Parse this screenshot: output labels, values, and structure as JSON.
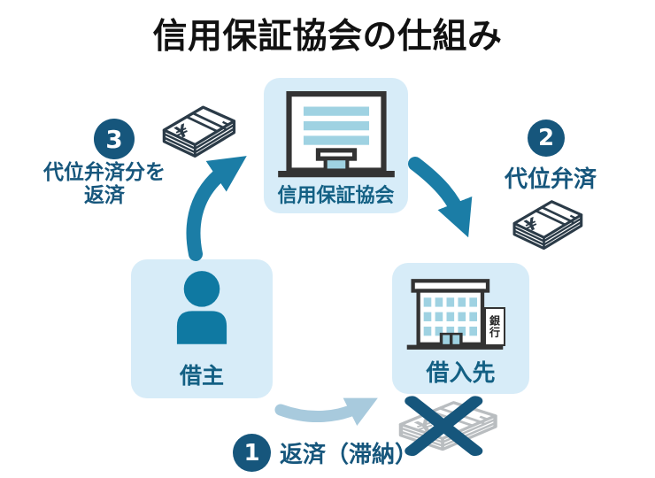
{
  "title": "信用保証協会の仕組み",
  "nodes": {
    "guarantor": {
      "label": "信用保証協会"
    },
    "borrower": {
      "label": "借主"
    },
    "lender": {
      "label": "借入先",
      "sign": "銀行"
    }
  },
  "steps": {
    "s1": {
      "number": "1",
      "label": "返済（滞納）"
    },
    "s2": {
      "number": "2",
      "label": "代位弁済"
    },
    "s3": {
      "number": "3",
      "label_line1": "代位弁済分を",
      "label_line2": "返済"
    }
  },
  "flows": [
    {
      "step": "1",
      "from": "借主",
      "to": "借入先"
    },
    {
      "step": "2",
      "from": "信用保証協会",
      "to": "借入先"
    },
    {
      "step": "3",
      "from": "借主",
      "to": "信用保証協会"
    }
  ],
  "icons": {
    "yen": "¥",
    "money_bundle": "money-bundle-icon",
    "crossed_money": "crossed-money-icon",
    "person": "person-icon",
    "association_building": "building-icon",
    "bank_building": "bank-building-icon"
  },
  "colors": {
    "background": "#ffffff",
    "title_text": "#111111",
    "node_box_bg": "#d7ecf8",
    "node_label": "#136084",
    "step_accent": "#16567c",
    "arrow_teal": "#1b7da6",
    "arrow_light_blue": "#a8cadd",
    "person_fill": "#0f79a2",
    "window_blue": "#9fd2e2",
    "money_outline": "#2b3b48",
    "money_disabled": "#b9bdc0",
    "icon_outline": "#333333"
  }
}
